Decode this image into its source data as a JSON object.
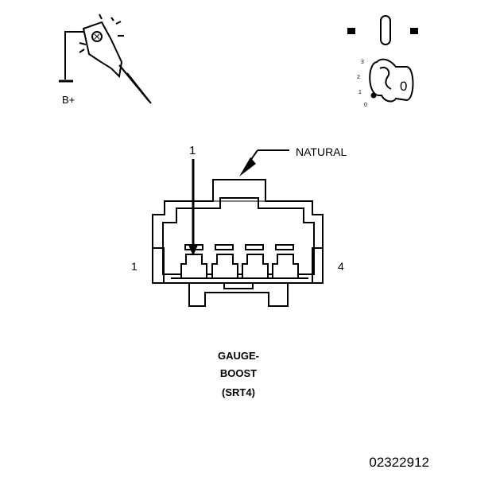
{
  "test_light": {
    "terminal_label": "B+"
  },
  "ignition": {
    "positions": [
      "3",
      "2",
      "1",
      "0"
    ],
    "key_label": "0"
  },
  "connector": {
    "pin_callout": "1",
    "color_label": "NATURAL",
    "left_pin_label": "1",
    "right_pin_label": "4"
  },
  "caption": {
    "line1": "GAUGE-",
    "line2": "BOOST",
    "line3": "(SRT4)"
  },
  "figure_id": "02322912"
}
